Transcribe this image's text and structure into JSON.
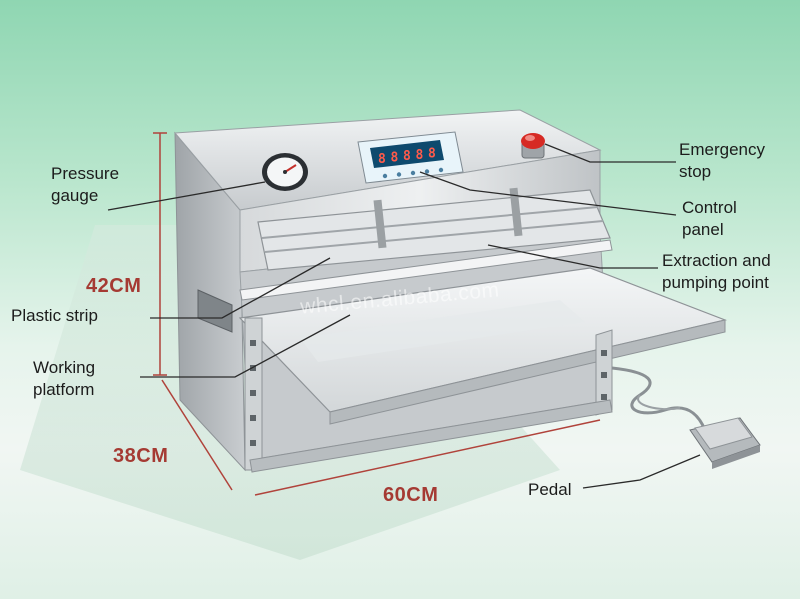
{
  "callouts": {
    "pressure_gauge": [
      "Pressure",
      "gauge"
    ],
    "emergency_stop": [
      "Emergency",
      "stop"
    ],
    "control_panel": [
      "Control",
      "panel"
    ],
    "extraction_point": [
      "Extraction and",
      "pumping point"
    ],
    "plastic_strip": "Plastic strip",
    "working_platform": [
      "Working",
      "platform"
    ],
    "pedal": "Pedal"
  },
  "dimensions": {
    "height": "42CM",
    "depth": "38CM",
    "width": "60CM"
  },
  "display": {
    "segments": [
      "8",
      "8",
      "8",
      "8",
      "8"
    ]
  },
  "watermark": "whcl.en.alibaba.com",
  "colors": {
    "background_top": "#8fd6b2",
    "background_bottom": "#e6f4ec",
    "steel": "#cfd3d5",
    "dimension_text": "#a53a33",
    "stop_button": "#d62a24",
    "display_screen": "#0e4a6e"
  }
}
